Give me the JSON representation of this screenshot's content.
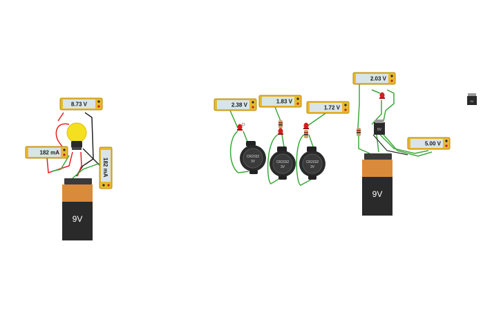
{
  "circuit_1": {
    "voltmeter_reading": "8.73 V",
    "ammeter_reading": "182 mA",
    "ammeter_vertical_reading": "182 mA",
    "battery_label": "9V"
  },
  "circuit_2": {
    "meter_1_reading": "2.38 V",
    "meter_2_reading": "1.83 V",
    "meter_3_reading": "1.72 V",
    "coin_cell_label": "CR2032",
    "coin_cell_voltage": "3V"
  },
  "circuit_3": {
    "meter_input_reading": "2.03 V",
    "meter_output_reading": "5.00 V",
    "battery_label": "9V",
    "regulator_label": "5V"
  },
  "colors": {
    "wire_red": "#e02020",
    "wire_black": "#222222",
    "wire_green": "#3aa63a",
    "meter_body": "#e8b830",
    "meter_screen": "#d8e4e8",
    "battery_top": "#d98a3a",
    "battery_body": "#2a2a2a",
    "bulb_glow": "#f4e020"
  }
}
